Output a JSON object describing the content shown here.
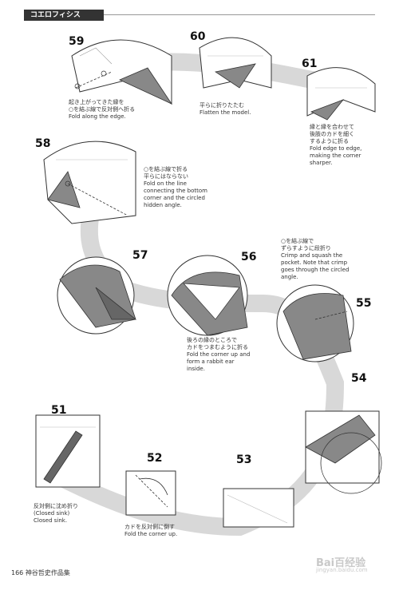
{
  "header": {
    "title": "コエロフィシス"
  },
  "steps": [
    {
      "num": "59",
      "caption": "起き上がってきた縁を\n○を結ぶ線で反対側へ折る\nFold along the edge."
    },
    {
      "num": "60",
      "caption": "平らに折りたたむ\nFlatten the model."
    },
    {
      "num": "61",
      "caption": "縁と縁を合わせて\n後肢のカドを細く\nするように折る\nFold edge to edge,\nmaking the corner\nsharper."
    },
    {
      "num": "58",
      "caption": "○を結ぶ線で折る\n平らにはならない\nFold on the line\nconnecting the bottom\ncorner and the circled\nhidden angle."
    },
    {
      "num": "57",
      "caption": ""
    },
    {
      "num": "56",
      "caption": "後ろの縁のところで\nカドをつまむように折る\nFold the corner up and\nform a rabbit ear\ninside."
    },
    {
      "num": "55",
      "caption": "○を結ぶ線で\nずらすように段折り\nCrimp and squash the\npocket. Note that crimp\ngoes through the circled\nangle."
    },
    {
      "num": "54",
      "caption": ""
    },
    {
      "num": "51",
      "caption": "反対側に沈め折り\n(Closed sink)\nClosed sink."
    },
    {
      "num": "52",
      "caption": "カドを反対側に倒す\nFold the corner up."
    },
    {
      "num": "53",
      "caption": ""
    }
  ],
  "footer": {
    "page_number": "166",
    "book_title": "神谷哲史作品集"
  },
  "watermark": {
    "logo": "Bai百经验",
    "url": "jingyan.baidu.com"
  }
}
